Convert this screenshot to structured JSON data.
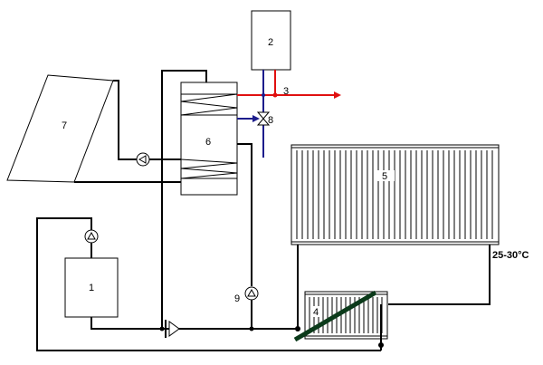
{
  "labels": {
    "one": "1",
    "two": "2",
    "three": "3",
    "four": "4",
    "five": "5",
    "six": "6",
    "seven": "7",
    "eight": "8",
    "nine": "9",
    "floor_temp": "25-30°C"
  },
  "colors": {
    "hot_line": "#e01010",
    "cold_line": "#1c1c8c",
    "pipe": "#000000",
    "collector_bar": "#0b3a1a"
  },
  "icons": {
    "pump": "pump-icon",
    "valve": "three-way-valve-icon",
    "check_valve": "check-valve-icon"
  }
}
